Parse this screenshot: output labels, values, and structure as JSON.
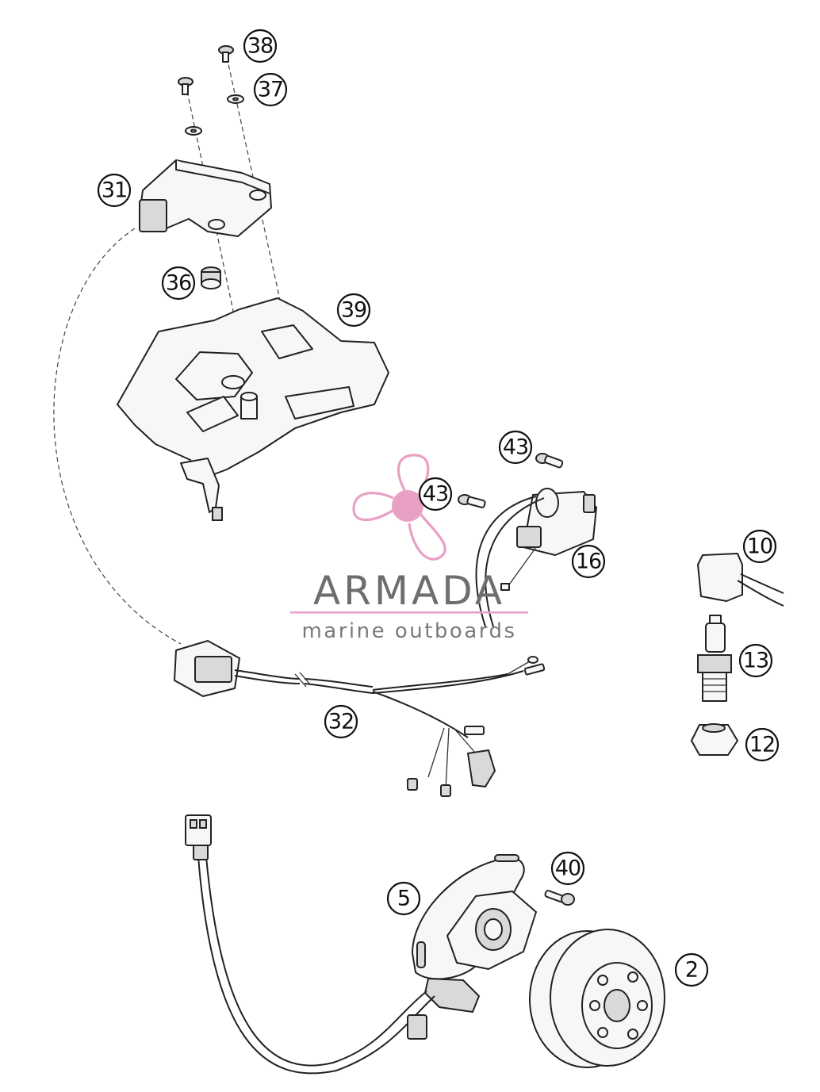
{
  "logo": {
    "title": "ARMADA",
    "subtitle": "marine outboards",
    "brand_color": "#e8a0c4",
    "text_color": "#6e6e6e"
  },
  "callouts": [
    {
      "id": "38",
      "label": "38"
    },
    {
      "id": "37",
      "label": "37"
    },
    {
      "id": "31",
      "label": "31"
    },
    {
      "id": "36",
      "label": "36"
    },
    {
      "id": "39",
      "label": "39"
    },
    {
      "id": "43a",
      "label": "43"
    },
    {
      "id": "43b",
      "label": "43"
    },
    {
      "id": "16",
      "label": "16"
    },
    {
      "id": "10",
      "label": "10"
    },
    {
      "id": "13",
      "label": "13"
    },
    {
      "id": "12",
      "label": "12"
    },
    {
      "id": "32",
      "label": "32"
    },
    {
      "id": "40",
      "label": "40"
    },
    {
      "id": "5",
      "label": "5"
    },
    {
      "id": "2",
      "label": "2"
    }
  ]
}
